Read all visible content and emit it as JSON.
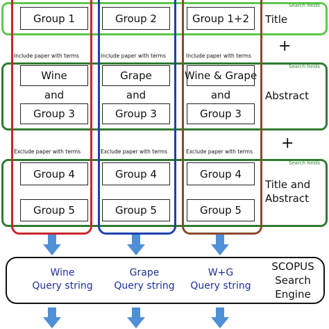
{
  "search_fields_label": "Search fields",
  "include_label": "Include paper with terms",
  "exclude_label": "Exclude paper with terms",
  "plus": "+",
  "rows": {
    "title": "Title",
    "abstract": "Abstract",
    "title_abstract": [
      "Title and",
      "Abstract"
    ]
  },
  "columns": [
    {
      "title_box": "Group 1",
      "abstract": [
        "Wine",
        "and",
        "Group 3"
      ],
      "exclude": [
        "Group 4",
        "Group 5"
      ],
      "query": [
        "Wine",
        "Query string"
      ],
      "color": "#c8262c"
    },
    {
      "title_box": "Group 2",
      "abstract": [
        "Grape",
        "and",
        "Group 3"
      ],
      "exclude": [
        "Group 4",
        "Group 5"
      ],
      "query": [
        "Grape",
        "Query string"
      ],
      "color": "#1f3fae"
    },
    {
      "title_box": "Group 1+2",
      "abstract": [
        "Wine & Grape",
        "and",
        "Group 3"
      ],
      "exclude": [
        "Group 4",
        "Group 5"
      ],
      "query": [
        "W+G",
        "Query string"
      ],
      "color": "#8a4a2a"
    }
  ],
  "engine": [
    "SCOPUS",
    "Search",
    "Engine"
  ],
  "colors": {
    "title_band": "#5cc84a",
    "abstract_band": "#2f7a2f",
    "arrow": "#4f8fd6",
    "query_text": "#1e2f9a"
  }
}
